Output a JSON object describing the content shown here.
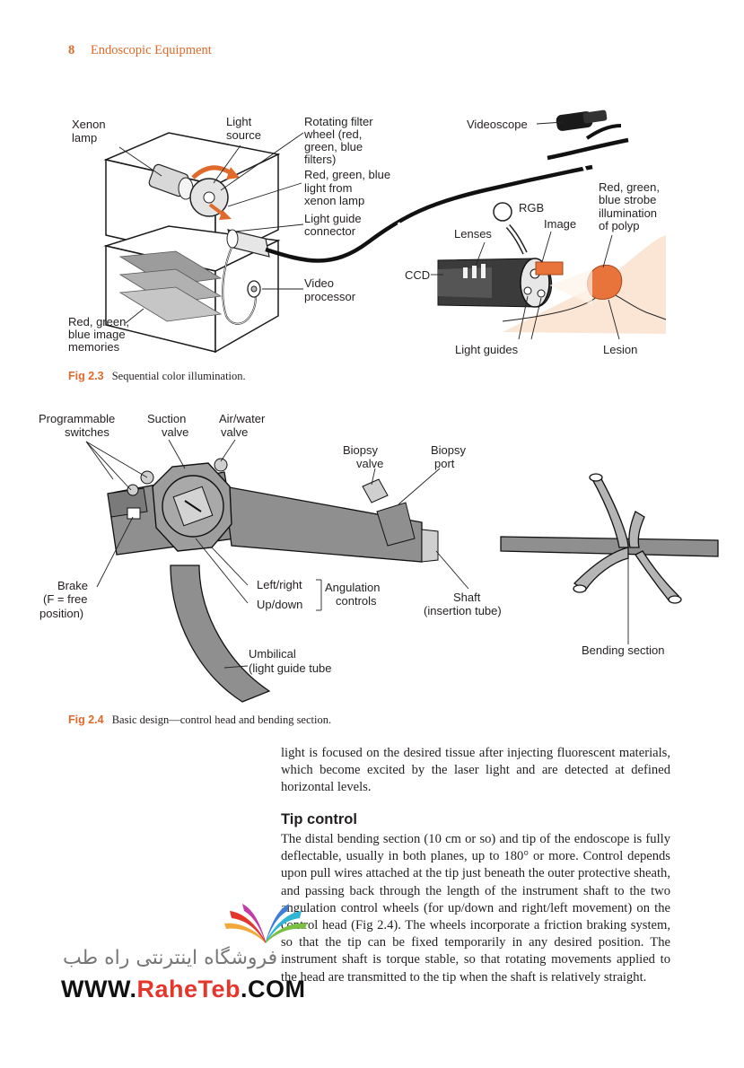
{
  "running_head": {
    "page_number": "8",
    "title": "Endoscopic Equipment"
  },
  "figure_2_3": {
    "labels": {
      "xenon_lamp_1": "Xenon",
      "xenon_lamp_2": "lamp",
      "light_source_1": "Light",
      "light_source_2": "source",
      "rotating_filter_1": "Rotating filter",
      "rotating_filter_2": "wheel (red,",
      "rotating_filter_3": "green, blue",
      "rotating_filter_4": "filters)",
      "rgb_light_1": "Red, green, blue",
      "rgb_light_2": "light from",
      "rgb_light_3": "xenon lamp",
      "light_guide_connector_1": "Light guide",
      "light_guide_connector_2": "connector",
      "video_processor_1": "Video",
      "video_processor_2": "processor",
      "memories_1": "Red, green,",
      "memories_2": "blue image",
      "memories_3": "memories",
      "videoscope": "Videoscope",
      "rgb": "RGB",
      "strobe_1": "Red, green,",
      "strobe_2": "blue strobe",
      "strobe_3": "illumination",
      "strobe_4": "of polyp",
      "lenses": "Lenses",
      "image": "Image",
      "ccd": "CCD",
      "light_guides": "Light guides",
      "lesion": "Lesion"
    },
    "caption_number": "Fig 2.3",
    "caption_text": "Sequential color illumination."
  },
  "figure_2_4": {
    "labels": {
      "programmable_1": "Programmable",
      "programmable_2": "switches",
      "suction_1": "Suction",
      "suction_2": "valve",
      "airwater_1": "Air/water",
      "airwater_2": "valve",
      "biopsy_valve_1": "Biopsy",
      "biopsy_valve_2": "valve",
      "biopsy_port_1": "Biopsy",
      "biopsy_port_2": "port",
      "brake_1": "Brake",
      "brake_2": "(F = free",
      "brake_3": "position)",
      "left_right": "Left/right",
      "up_down": "Up/down",
      "angulation_1": "Angulation",
      "angulation_2": "controls",
      "shaft_1": "Shaft",
      "shaft_2": "(insertion tube)",
      "umbilical_1": "Umbilical",
      "umbilical_2": "(light guide tube",
      "bending_section": "Bending section"
    },
    "caption_number": "Fig 2.4",
    "caption_text": "Basic design—control head and bending section."
  },
  "body": {
    "para1": "light is focused on the desired tissue after injecting fluorescent materials, which become excited by the laser light and are detected at defined horizontal levels.",
    "heading": "Tip control",
    "para2": "The distal bending section (10 cm or so) and tip of the endoscope is fully deflectable, usually in both planes, up to 180° or more. Control depends upon pull wires attached at the tip just beneath the outer protective sheath, and passing back through the length of the instrument shaft to the two angulation control wheels (for up/down and right/left movement) on the control head (Fig 2.4). The wheels incorporate a friction braking system, so that the tip can be fixed temporarily in any desired position. The instrument shaft is torque stable, so that rotating movements applied to the head are transmitted to the tip when the shaft is relatively straight."
  },
  "watermark": {
    "persian": "فروشگاه اینترنتی راه طب",
    "url_prefix": "WWW.",
    "url_brand": "RaheTeb",
    "url_suffix": ".COM"
  },
  "colors": {
    "accent": "#e06a2b",
    "figure_gray": "#8f8f8f",
    "figure_light": "#cfcfcf",
    "tissue": "#fbe6d6",
    "polyp": "#e8743b"
  }
}
